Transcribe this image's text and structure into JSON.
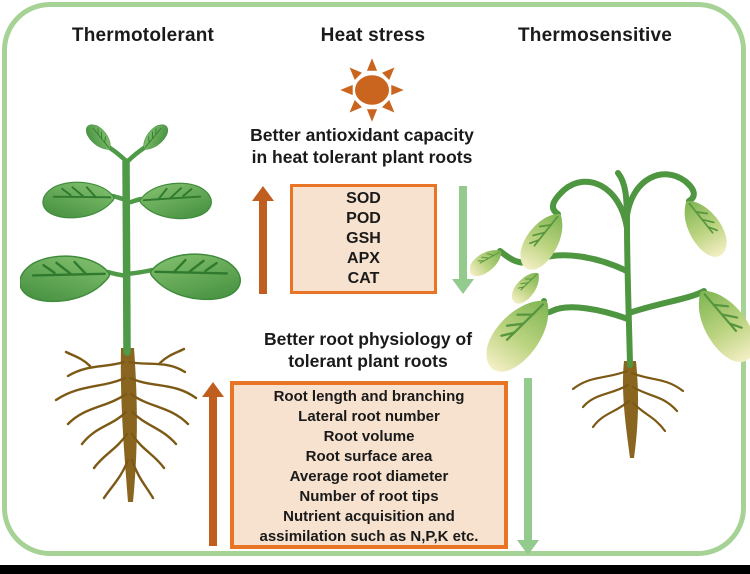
{
  "figure": {
    "border_color": "#A7D295",
    "background_color": "#FFFFFF",
    "bottom_bar_color": "#000000"
  },
  "header": {
    "left_label": "Thermotolerant",
    "center_label": "Heat stress",
    "right_label": "Thermosensitive"
  },
  "sun": {
    "icon": "sun-icon",
    "color": "#C9651F"
  },
  "plants": {
    "left": "healthy thermotolerant plant with large green leaves and extensive root system",
    "right": "wilted thermosensitive plant with drooping yellowing leaves and small root system"
  },
  "antioxidant_section": {
    "heading_line1": "Better antioxidant capacity",
    "heading_line2": "in heat tolerant plant roots",
    "items": [
      "SOD",
      "POD",
      "GSH",
      "APX",
      "CAT"
    ]
  },
  "root_physiology_section": {
    "heading_line1": "Better root physiology of",
    "heading_line2": "tolerant plant roots",
    "items": [
      "Root length and branching",
      "Lateral root number",
      "Root volume",
      "Root surface area",
      "Average root diameter",
      "Number of root tips",
      "Nutrient acquisition and assimilation such as N,P,K etc."
    ]
  },
  "colors": {
    "up_arrow_orange": "#C05E1F",
    "down_arrow_green": "#93CA8E",
    "box_border_orange": "#E87425",
    "box_fill_peach": "#F6E2CE",
    "healthy_leaf_green": "#3E8B3B",
    "wilted_leaf_yellow": "#F5EFC6",
    "root_brown": "#8A6520",
    "text": "#1A1A1A"
  }
}
